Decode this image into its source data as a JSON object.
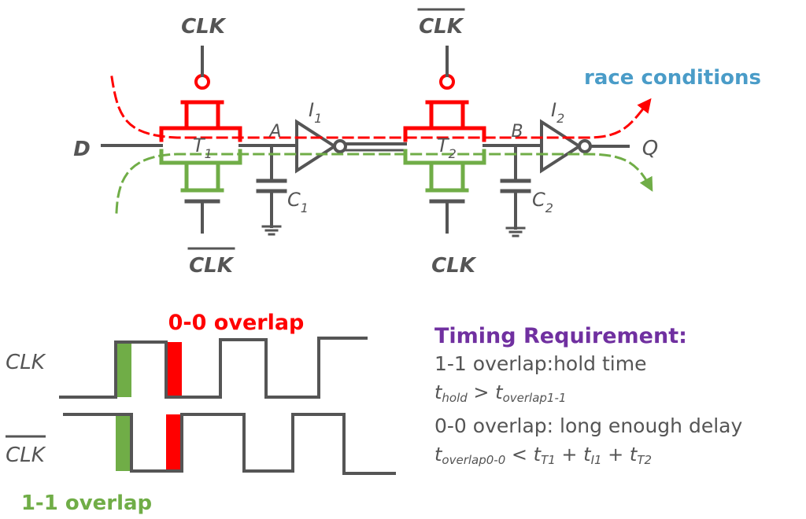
{
  "circuit": {
    "clk_top": "CLK",
    "clk_bar_bottom": "CLK",
    "clk_bar_top": "CLK",
    "clk_bottom": "CLK",
    "input": "D",
    "output": "Q",
    "node_a": "A",
    "node_b": "B",
    "t1": "T",
    "t1_sub": "1",
    "t2": "T",
    "t2_sub": "2",
    "i1": "I",
    "i1_sub": "1",
    "i2": "I",
    "i2_sub": "2",
    "c1": "C",
    "c1_sub": "1",
    "c2": "C",
    "c2_sub": "2",
    "race_label": "race conditions"
  },
  "timing": {
    "clk_label": "CLK",
    "clk_bar_label": "CLK",
    "overlap_00_label": "0-0 overlap",
    "overlap_11_label": "1-1 overlap"
  },
  "requirements": {
    "title": "Timing Requirement:",
    "line1": "1-1 overlap:hold time",
    "hold_t": "t",
    "hold_sub": "hold",
    "hold_op": " > ",
    "hold_t2": "t",
    "hold_sub2": "overlap1-1",
    "line3": "0-0 overlap: long enough delay",
    "eq_t": "t",
    "eq_sub": "overlap0-0",
    "eq_op": " < ",
    "eq_t1": "t",
    "eq_sub1": "T1",
    "eq_plus1": " + ",
    "eq_t2": "t",
    "eq_sub2": "I1",
    "eq_plus2": " + ",
    "eq_t3": "t",
    "eq_sub3": "T2"
  },
  "colors": {
    "wire": "#555555",
    "red": "#ff0000",
    "green": "#70ad47",
    "race": "#4a9cc8",
    "title": "#7030a0"
  }
}
